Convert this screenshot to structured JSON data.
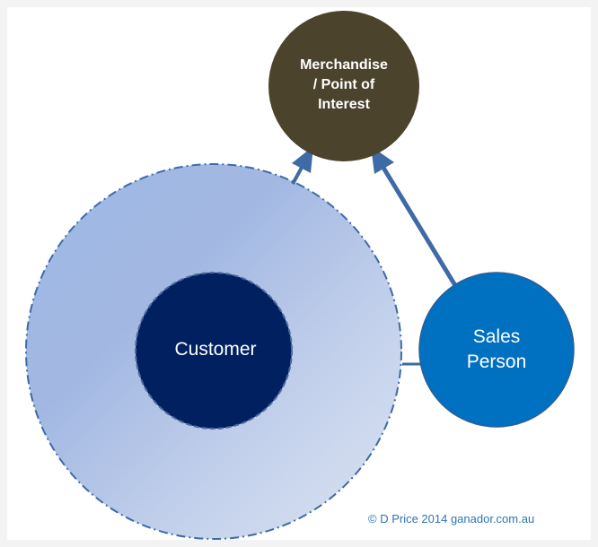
{
  "nodes": {
    "merchandise": {
      "label_lines": [
        "Merchandise",
        "/ Point of",
        "Interest"
      ]
    },
    "customer": {
      "label": "Customer"
    },
    "sales_person": {
      "label_lines": [
        "Sales",
        "Person"
      ]
    }
  },
  "copyright": "© D Price 2014 ganador.com.au",
  "colors": {
    "merchandise_fill": "#4b432b",
    "customer_fill": "#002060",
    "customer_zone_fill": "#a9bfe6",
    "sales_fill": "#0070c0",
    "arrow": "#3e6aa6"
  }
}
